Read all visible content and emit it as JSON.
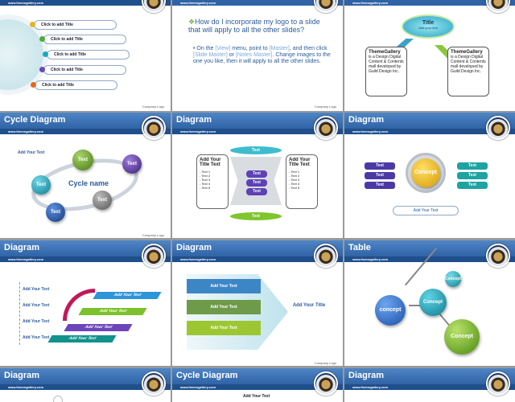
{
  "common": {
    "url": "www.themegallery.com",
    "company_logo": "Company Logo"
  },
  "s1": {
    "items": [
      "Click to add Title",
      "Click to add Title",
      "Click to add Title",
      "Click to add Title",
      "Click to add Title"
    ],
    "colors": [
      "#e8b320",
      "#4cae34",
      "#1aa6c9",
      "#6b4ab3",
      "#e36a1e"
    ]
  },
  "s2": {
    "question": "How do I incorporate my logo to a slide that will apply to all the other slides?",
    "answer_parts": [
      "On the ",
      "[View]",
      " menu, point to ",
      "[Master]",
      ", and then click ",
      "[Slide Master]",
      " or ",
      "[Notes Master]",
      ". Change images to the one you like, then it will apply to all the other slides."
    ]
  },
  "s3": {
    "title": "Title",
    "subtitle": "Add your text",
    "box_title": "ThemeGallery",
    "box_text": "is a Design Digital Content & Contents mall developed by Guild Design Inc."
  },
  "s4": {
    "header": "Cycle Diagram",
    "add_text": "Add Your Text",
    "cycle_name": "Cycle name",
    "ball_label": "Text"
  },
  "s5": {
    "header": "Diagram",
    "box_title": "Add Your Title Text",
    "lines": [
      "- Text 1",
      "- Text 2",
      "- Text 3",
      "- Text 4",
      "- Text 5"
    ],
    "text": "Text"
  },
  "s6": {
    "header": "Diagram",
    "text": "Text",
    "concept": "Concept",
    "add_text": "Add Your Text"
  },
  "s7": {
    "header": "Diagram",
    "add_text": "Add Your Text"
  },
  "s8": {
    "header": "Diagram",
    "add_text": "Add Your Text",
    "title": "Add Your Title"
  },
  "s9": {
    "header": "Table",
    "concept_small": "Concept",
    "concept_lower": "concept"
  },
  "s10": {
    "header": "Diagram"
  },
  "s11": {
    "header": "Cycle Diagram",
    "add_text": "Add Your Text"
  },
  "s12": {
    "header": "Diagram"
  }
}
